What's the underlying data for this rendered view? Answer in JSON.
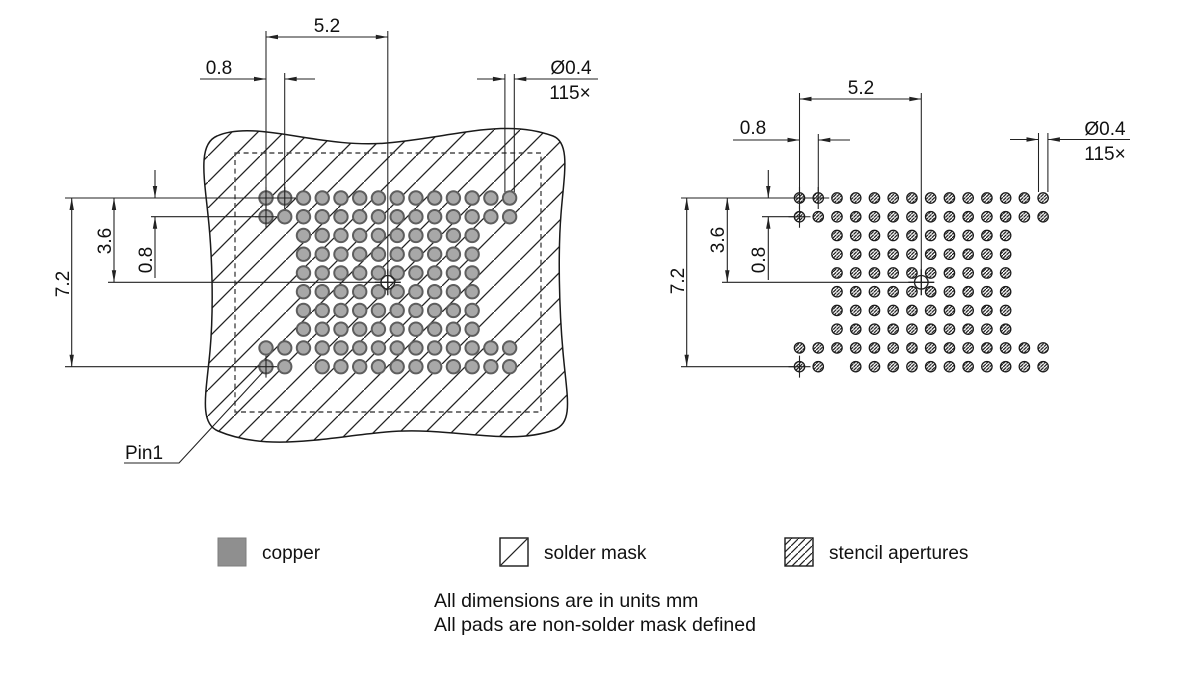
{
  "dims": {
    "col1_to_center": "5.2",
    "pad_pitch": "0.8",
    "pad_diameter": "Ø0.4",
    "pad_count_label": "115×",
    "row1_to_center": "3.6",
    "row_span": "7.2"
  },
  "labels": {
    "pin1": "Pin1"
  },
  "grid": {
    "cols": 14,
    "rows": 10,
    "full_rows": [
      1,
      2,
      9
    ],
    "partial_cols": [
      3,
      12
    ],
    "last_row_missing_col": 3,
    "pad_count": 115
  },
  "legend": {
    "items": [
      {
        "label": "copper"
      },
      {
        "label": "solder mask"
      },
      {
        "label": "stencil apertures"
      }
    ]
  },
  "notes": {
    "line1": "All dimensions are in units mm",
    "line2": "All pads are non-solder mask defined"
  },
  "colors": {
    "copper_fill": "#a8a8a8",
    "copper_ring": "#5e5e5e",
    "legend_copper": "#8f8f8f",
    "line": "#1a1a1a"
  }
}
